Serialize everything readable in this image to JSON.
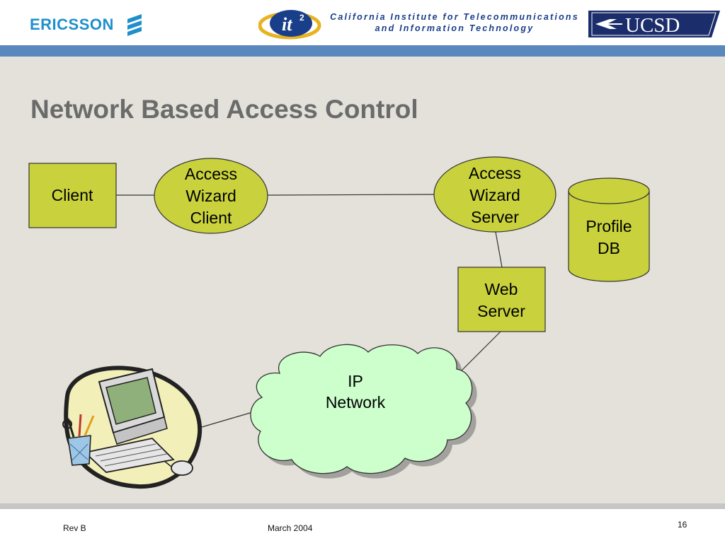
{
  "header": {
    "ericsson_logo_text": "ERICSSON",
    "calit2_line1": "California Institute for Telecommunications",
    "calit2_line2": "and Information Technology",
    "calit2_mark_text": "it",
    "calit2_mark_superscript": "2",
    "ucsd_logo_text": "UCSD"
  },
  "slide": {
    "title": "Network Based Access Control"
  },
  "diagram": {
    "nodes": [
      {
        "id": "client",
        "shape": "rectangle",
        "lines": [
          "Client"
        ]
      },
      {
        "id": "access-wizard-client",
        "shape": "ellipse",
        "lines": [
          "Access",
          "Wizard",
          "Client"
        ]
      },
      {
        "id": "access-wizard-server",
        "shape": "ellipse",
        "lines": [
          "Access",
          "Wizard",
          "Server"
        ]
      },
      {
        "id": "profile-db",
        "shape": "cylinder",
        "lines": [
          "Profile",
          "DB"
        ]
      },
      {
        "id": "web-server",
        "shape": "rectangle",
        "lines": [
          "Web",
          "Server"
        ]
      },
      {
        "id": "ip-network",
        "shape": "cloud",
        "lines": [
          "IP",
          "Network"
        ]
      },
      {
        "id": "computer-clipart",
        "shape": "clipart",
        "lines": []
      }
    ],
    "edges": [
      [
        "client",
        "access-wizard-client"
      ],
      [
        "access-wizard-client",
        "access-wizard-server"
      ],
      [
        "access-wizard-server",
        "web-server"
      ],
      [
        "web-server",
        "ip-network"
      ],
      [
        "ip-network",
        "computer-clipart"
      ]
    ]
  },
  "colors": {
    "background": "#e3e1da",
    "node_fill": "#c9d23c",
    "cloud_fill": "#ccffcc",
    "title": "#6b6b6b",
    "header_bar": "#5b87bf",
    "ericsson_blue": "#1f8fcc",
    "ucsd_navy": "#1b2d6b"
  },
  "footer": {
    "revision": "Rev B",
    "date": "March 2004",
    "page_number": "16"
  }
}
